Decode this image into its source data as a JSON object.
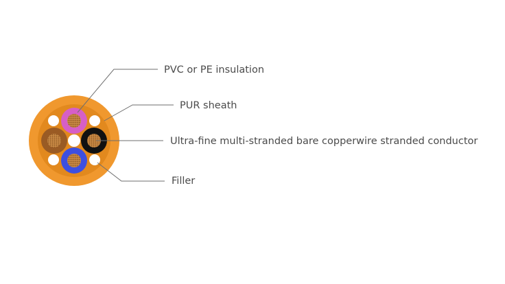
{
  "diagram": {
    "callouts": [
      {
        "id": "insulation",
        "text": "PVC or PE insulation"
      },
      {
        "id": "sheath",
        "text": "PUR sheath"
      },
      {
        "id": "conductor",
        "text": "Ultra-fine multi-stranded bare copperwire stranded conductor"
      },
      {
        "id": "filler",
        "text": "Filler"
      }
    ],
    "colors": {
      "sheath_outer": "#F0982E",
      "sheath_inner": "#E2891E",
      "core_pink": "#D65FC6",
      "core_brown": "#9A5B24",
      "core_black": "#111111",
      "core_blue": "#3D4FE0",
      "copper": "#C98A45",
      "filler": "#FFFFFF",
      "leader_line": "#6E6E6E"
    }
  }
}
